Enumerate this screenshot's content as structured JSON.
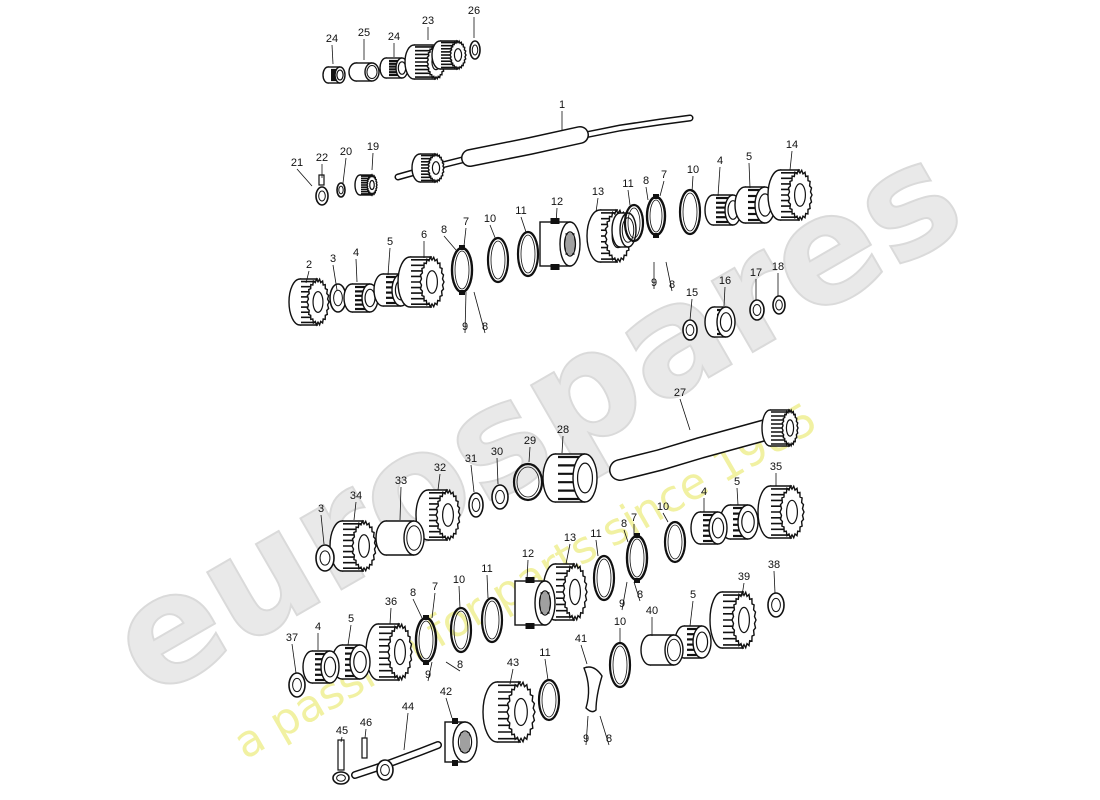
{
  "watermark": {
    "brand": "eurospares",
    "tagline": "a passion for parts since 1985",
    "brand_color": "#e6e6e6",
    "tagline_color": "#f2f2a0"
  },
  "diagram": {
    "line_color": "#111111",
    "callouts": [
      "1",
      "2",
      "3",
      "4",
      "5",
      "6",
      "7",
      "8",
      "9",
      "10",
      "11",
      "12",
      "13",
      "14",
      "15",
      "16",
      "17",
      "18",
      "19",
      "20",
      "21",
      "22",
      "23",
      "24",
      "25",
      "26",
      "27",
      "28",
      "29",
      "30",
      "31",
      "32",
      "33",
      "34",
      "35",
      "36",
      "37",
      "38",
      "39",
      "40",
      "41",
      "42",
      "43",
      "44",
      "45",
      "46"
    ]
  }
}
